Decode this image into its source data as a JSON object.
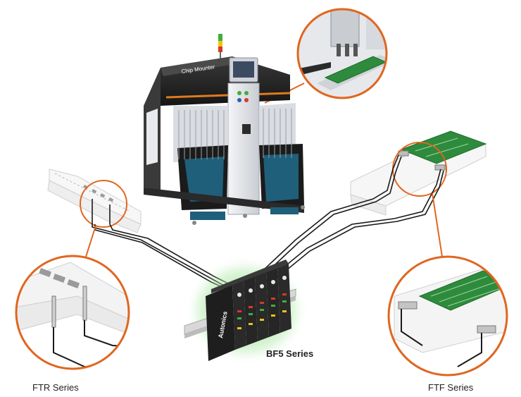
{
  "machine": {
    "name": "Chip Mounter"
  },
  "amplifier": {
    "brand": "Autonics",
    "series_label": "BF5 Series"
  },
  "left_fiber": {
    "series_label": "FTR Series"
  },
  "right_fiber": {
    "series_label": "FTF Series"
  },
  "colors": {
    "callout_ring": "#e0661f",
    "machine_body": "#2b2b2b",
    "machine_panel": "#e8eaee",
    "pcb_green": "#2e8b3d",
    "rail": "#f2f2f2",
    "cable": "#1a1a1a",
    "amp_body": "#222222",
    "din_rail": "#d8d8d8",
    "amp_glow": "#a8e6a0"
  },
  "icons": [
    "chip-mounter-machine",
    "pcb-board",
    "fiber-sensor-head",
    "din-rail",
    "amplifier-unit"
  ]
}
